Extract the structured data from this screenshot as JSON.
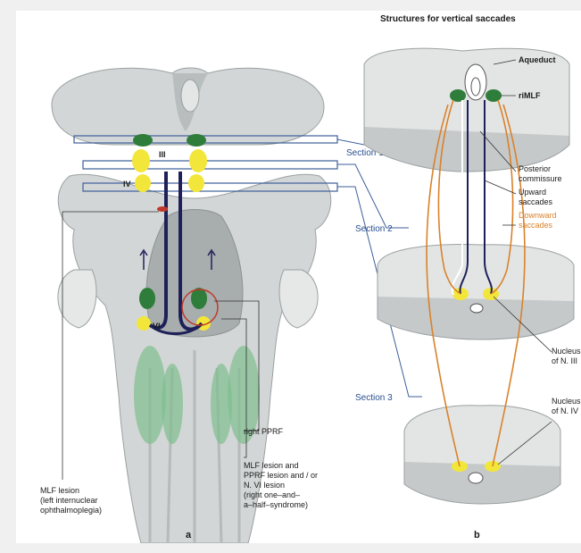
{
  "title": "Structures for vertical saccades",
  "panels": {
    "a": "a",
    "b": "b"
  },
  "labels_a": {
    "nucleus_iii": "III",
    "nucleus_iv": "IV",
    "nucleus_vi": "VI",
    "right_pprf": "right PPRF",
    "mlf_lesion_line1": "MLF lesion",
    "mlf_lesion_line2": "(left internuclear",
    "mlf_lesion_line3": "ophthalmoplegia)",
    "combo_line1": "MLF lesion and",
    "combo_line2": "PPRF lesion and / or",
    "combo_line3": "N. VI lesion",
    "combo_line4": "(right one–and–",
    "combo_line5": "a–half–syndrome)"
  },
  "sections": {
    "s1": "Section 1",
    "s2": "Section 2",
    "s3": "Section 3"
  },
  "labels_b": {
    "aqueduct": "Aqueduct",
    "rimlf": "riMLF",
    "posterior_line1": "Posterior",
    "posterior_line2": "commissure",
    "upward_line1": "Upward",
    "upward_line2": "saccades",
    "downward_line1": "Downward",
    "downward_line2": "saccades",
    "nucleus_iii_line1": "Nucleus",
    "nucleus_iii_line2": "of N. III",
    "nucleus_iv_line1": "Nucleus",
    "nucleus_iv_line2": "of N. IV"
  },
  "colors": {
    "tissue": "#d3d6d6",
    "tissue_dark": "#a8adad",
    "section_slab": "#e3e5e5",
    "nucleus_green": "#2f7d3a",
    "nucleus_yellow": "#f3e63a",
    "pathway_navy": "#1e2159",
    "downward_orange": "#d9822b",
    "section_line": "#3e5f9a",
    "lesion_red": "#c0392b"
  }
}
